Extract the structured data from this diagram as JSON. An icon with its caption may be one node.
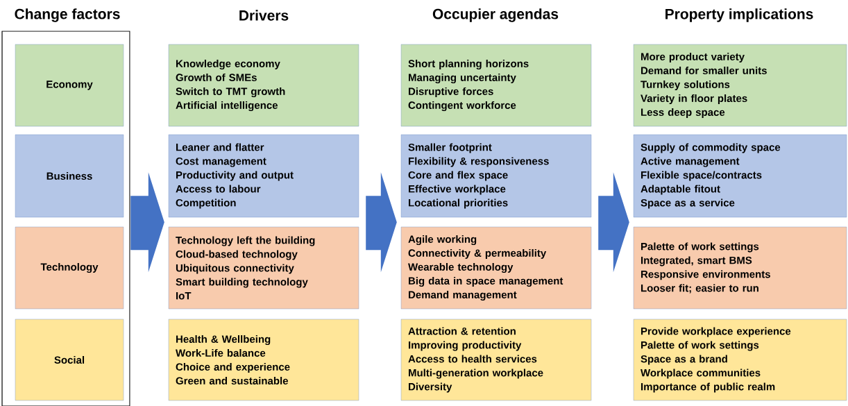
{
  "diagram": {
    "nodes": [
      {
        "text": [
          "Change factors"
        ]
      },
      {
        "text": [
          "Economy"
        ],
        "in": 0
      },
      {
        "text": [
          "Business"
        ],
        "in": 0
      },
      {
        "text": [
          "Technology"
        ],
        "in": 0
      },
      {
        "text": [
          "Social"
        ],
        "in": 0
      },
      {
        "text": [
          "Knowledge economy",
          "Growth of SMEs",
          "Switch to TMT growth",
          "Artificial  intelligence"
        ]
      },
      {
        "text": [
          "Leaner and flatter",
          "Cost management",
          "Productivity and output",
          "Access to labour",
          "Competition"
        ]
      },
      {
        "text": [
          "Technology left the building",
          "Cloud-based technology",
          "Ubiquitous connectivity",
          "Smart building technology",
          "IoT"
        ]
      },
      {
        "text": [
          "Health & Wellbeing",
          "Work-Life balance",
          "Choice and experience",
          "Green and sustainable"
        ]
      },
      {
        "text": [
          "Short planning horizons",
          "Managing uncertainty",
          "Disruptive forces",
          "Contingent workforce"
        ]
      },
      {
        "text": [
          "Smaller footprint",
          "Flexibility  & responsiveness",
          "Core and flex space",
          "Effective workplace",
          "Locational priorities"
        ]
      },
      {
        "text": [
          "Agile working",
          "Connectivity & permeability",
          "Wearable technology",
          "Big data in space management",
          "Demand management"
        ]
      },
      {
        "text": [
          "Attraction  & retention",
          "Improving productivity",
          "Access to health services",
          "Multi-generation workplace",
          "Diversity"
        ]
      },
      {
        "text": [
          "More product variety",
          "Demand for smaller units",
          "Turnkey solutions",
          "Variety in floor plates",
          "Less deep space"
        ]
      },
      {
        "text": [
          "Supply of commodity space",
          "Active management",
          "Flexible space/contracts",
          "Adaptable fitout",
          "Space as a service"
        ]
      },
      {
        "text": [
          "Palette of work settings",
          "Integrated, smart BMS",
          "Responsive environments",
          "Looser fit; easier to run"
        ]
      },
      {
        "text": [
          "Provide workplace experience",
          "Palette of work settings",
          "Space as a brand",
          "Workplace communities",
          "Importance of public realm"
        ]
      }
    ],
    "edges": [
      {
        "from": 2,
        "to": 6,
        "arrow": "to"
      },
      {
        "from": 6,
        "to": 10,
        "arrow": "to"
      },
      {
        "from": 10,
        "to": 14,
        "arrow": "to"
      }
    ],
    "labels": [
      "Drivers",
      "Occupier agendas",
      "Property implications"
    ]
  }
}
